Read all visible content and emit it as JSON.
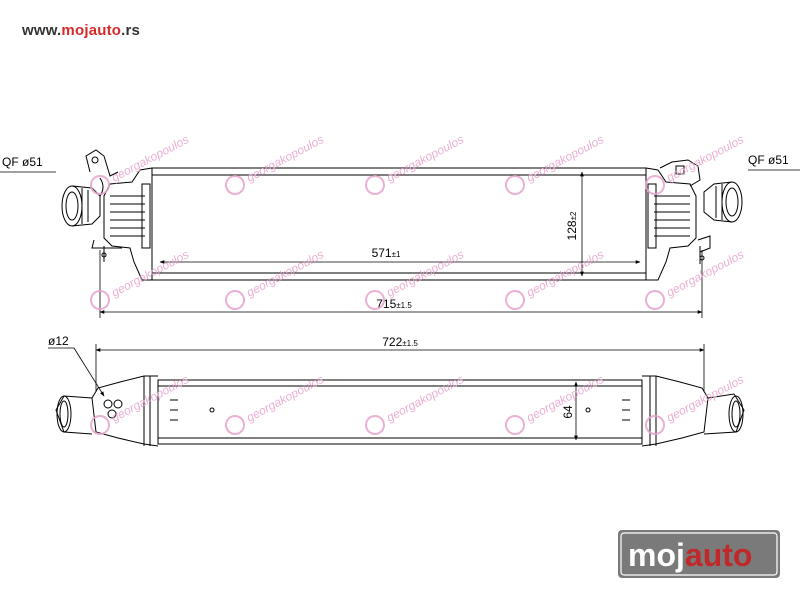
{
  "header": {
    "url_prefix": "www.",
    "url_brand": "mojauto",
    "url_suffix": ".rs"
  },
  "drawing": {
    "left_port_label": "QF ø51",
    "right_port_label": "QF ø51",
    "hole_label": "ø12",
    "dim_core_width": "571",
    "dim_core_width_tol": "±1",
    "dim_height": "128",
    "dim_height_tol": "±2",
    "dim_overall_top": "715",
    "dim_overall_top_tol": "±1.5",
    "dim_overall_bottom": "722",
    "dim_overall_bottom_tol": "±1.5",
    "dim_thickness": "64",
    "line_color": "#000000"
  },
  "watermarks": {
    "text": "georgakopoulos",
    "color": "#e7a2cc"
  },
  "footer_logo": {
    "text_left": "moj",
    "text_right": "auto",
    "bg_color": "#7a7a7a",
    "accent_color": "#c0282a"
  }
}
